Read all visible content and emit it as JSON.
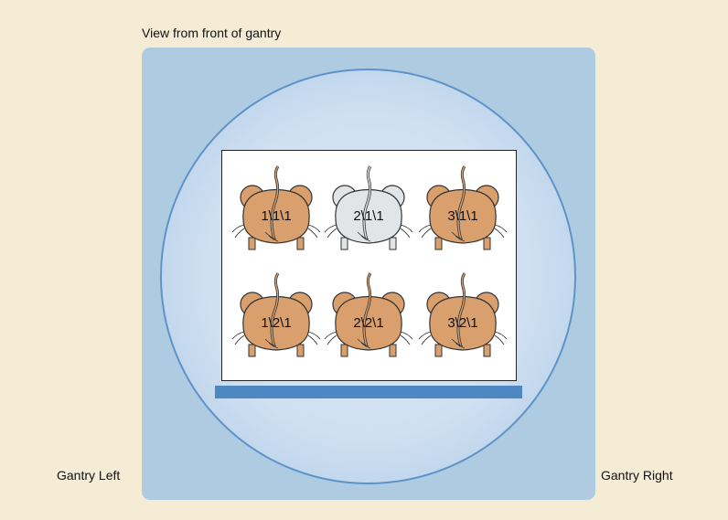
{
  "captions": {
    "view_title": "View from front of gantry",
    "left": "Gantry Left",
    "right": "Gantry Right"
  },
  "colors": {
    "background": "#f5ecd6",
    "gantry_panel": "#afcbe2",
    "bore_edge": "#5e93c9",
    "bed": "#4d88c2",
    "mouse_active": "#d9a06e",
    "mouse_inactive": "#e2e5e8"
  },
  "mice": [
    {
      "id": "1\\1\\1",
      "state": "active"
    },
    {
      "id": "2\\1\\1",
      "state": "inactive"
    },
    {
      "id": "3\\1\\1",
      "state": "active"
    },
    {
      "id": "1\\2\\1",
      "state": "active"
    },
    {
      "id": "2\\2\\1",
      "state": "active"
    },
    {
      "id": "3\\2\\1",
      "state": "active"
    }
  ]
}
